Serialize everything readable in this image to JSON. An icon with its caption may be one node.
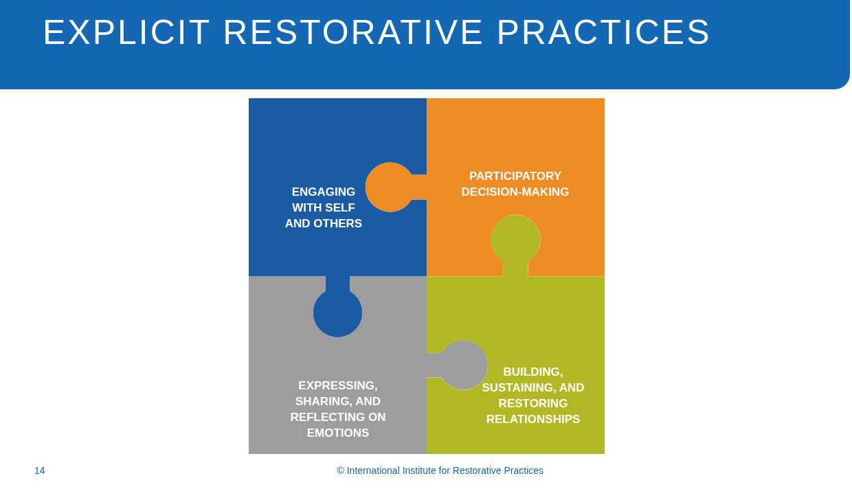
{
  "diagram": {
    "title": "EXPLICIT RESTORATIVE PRACTICES",
    "nodes": [
      {
        "text": [
          "ENGAGING WITH SELF AND OTHERS"
        ]
      },
      {
        "text": [
          "PARTICIPATORY DECISION-MAKING"
        ]
      },
      {
        "text": [
          "EXPRESSING, SHARING, AND REFLECTING ON EMOTIONS"
        ]
      },
      {
        "text": [
          "BUILDING, SUSTAINING, AND RESTORING RELATIONSHIPS"
        ]
      }
    ],
    "labels": [
      "14",
      "© International Institute for Restorative Practices"
    ]
  }
}
